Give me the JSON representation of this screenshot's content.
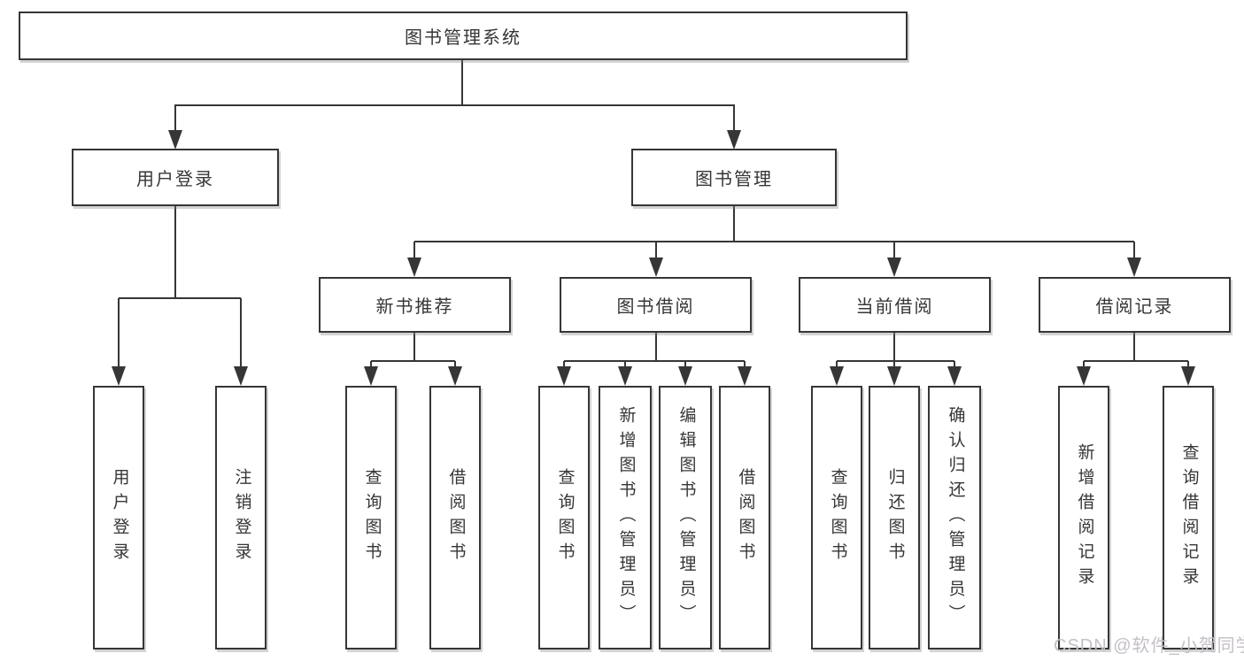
{
  "colors": {
    "line": "#363636",
    "box_border": "#363636",
    "text": "#363636",
    "background": "#ffffff",
    "watermark": "#c5bfc7"
  },
  "watermark": "CSDN @软件_小贺同学",
  "tree": {
    "root": {
      "label": "图书管理系统",
      "children": [
        {
          "label": "用户登录",
          "children": [
            {
              "label": "用户登录"
            },
            {
              "label": "注销登录"
            }
          ]
        },
        {
          "label": "图书管理",
          "children": [
            {
              "label": "新书推荐",
              "children": [
                {
                  "label": "查询图书"
                },
                {
                  "label": "借阅图书"
                }
              ]
            },
            {
              "label": "图书借阅",
              "children": [
                {
                  "label": "查询图书"
                },
                {
                  "label": "新增图书（管理员）"
                },
                {
                  "label": "编辑图书（管理员）"
                },
                {
                  "label": "借阅图书"
                }
              ]
            },
            {
              "label": "当前借阅",
              "children": [
                {
                  "label": "查询图书"
                },
                {
                  "label": "归还图书"
                },
                {
                  "label": "确认归还（管理员）"
                }
              ]
            },
            {
              "label": "借阅记录",
              "children": [
                {
                  "label": "新增借阅记录"
                },
                {
                  "label": "查询借阅记录"
                }
              ]
            }
          ]
        }
      ]
    }
  }
}
